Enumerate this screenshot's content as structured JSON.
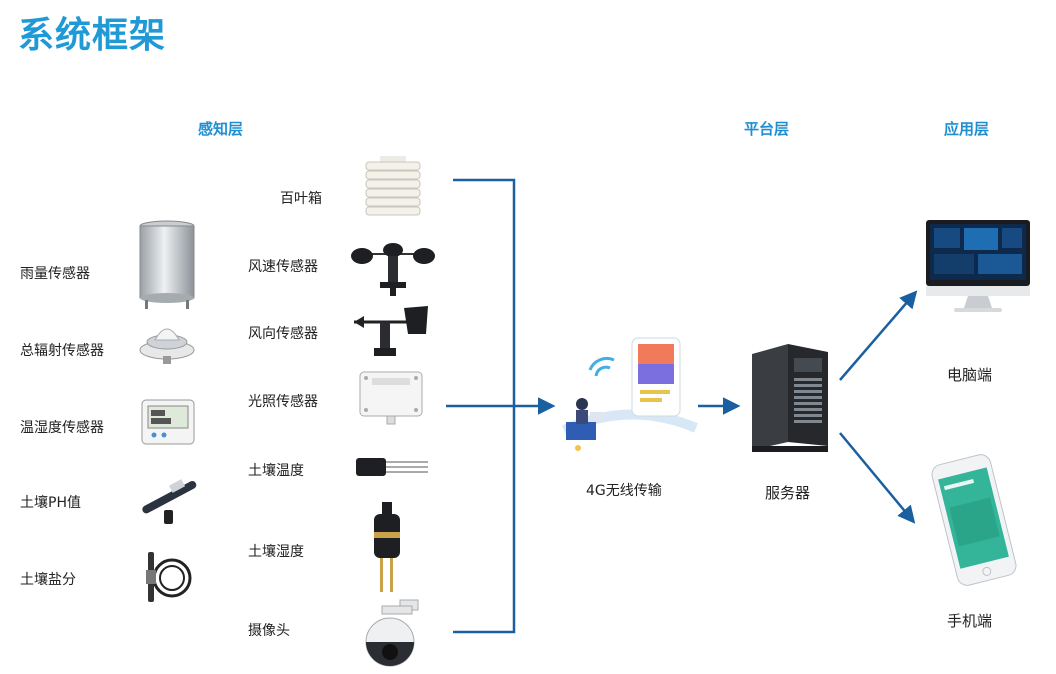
{
  "title": "系统框架",
  "layers": {
    "perception": "感知层",
    "platform": "平台层",
    "application": "应用层"
  },
  "left_sensors": [
    {
      "label": "雨量传感器",
      "icon": "rain-gauge-icon"
    },
    {
      "label": "总辐射传感器",
      "icon": "radiation-sensor-icon"
    },
    {
      "label": "温湿度传感器",
      "icon": "temp-humidity-sensor-icon"
    },
    {
      "label": "土壤PH值",
      "icon": "soil-ph-probe-icon"
    },
    {
      "label": "土壤盐分",
      "icon": "soil-salinity-probe-icon"
    }
  ],
  "right_sensors": [
    {
      "label": "百叶箱",
      "icon": "louver-box-icon"
    },
    {
      "label": "风速传感器",
      "icon": "anemometer-icon"
    },
    {
      "label": "风向传感器",
      "icon": "wind-vane-icon"
    },
    {
      "label": "光照传感器",
      "icon": "light-sensor-icon"
    },
    {
      "label": "土壤温度",
      "icon": "soil-temperature-probe-icon"
    },
    {
      "label": "土壤湿度",
      "icon": "soil-moisture-probe-icon"
    },
    {
      "label": "摄像头",
      "icon": "camera-icon"
    }
  ],
  "transmission": {
    "label": "4G无线传输",
    "icon": "wireless-transmission-icon"
  },
  "server": {
    "label": "服务器",
    "icon": "server-icon"
  },
  "clients": [
    {
      "label": "电脑端",
      "icon": "computer-icon"
    },
    {
      "label": "手机端",
      "icon": "phone-icon"
    }
  ],
  "colors": {
    "accent": "#1f9ad6",
    "line": "#1a5fa0"
  }
}
